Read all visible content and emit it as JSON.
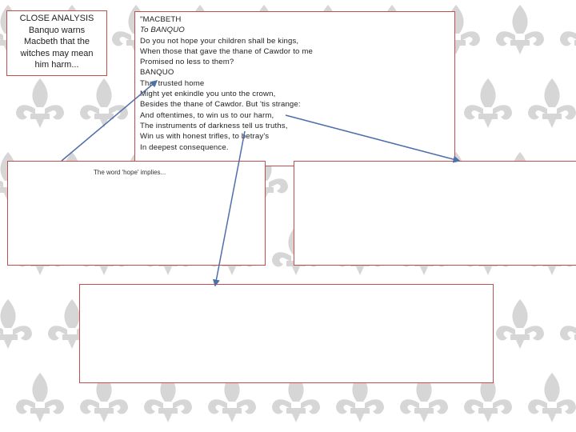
{
  "title_box": {
    "heading": "CLOSE ANALYSIS",
    "lines": [
      "Banquo warns",
      "Macbeth that the",
      "witches may mean",
      "him harm..."
    ]
  },
  "quote": {
    "lines": [
      "\"MACBETH",
      "To BANQUO",
      "Do you not hope your children shall be kings,",
      "When those that gave the thane of Cawdor to me",
      "Promised no less to them?",
      "BANQUO",
      "That trusted home",
      "Might yet enkindle you unto the crown,",
      "Besides the thane of Cawdor. But 'tis strange:",
      "And oftentimes, to win us to our harm,",
      "The instruments of darkness tell us truths,",
      "Win us with honest trifles, to betray's",
      "In deepest consequence."
    ]
  },
  "prompt": {
    "hope": "The word 'hope' implies..."
  },
  "colors": {
    "box_border": "#c0504d",
    "arrow": "#4f6fa8",
    "pattern": "#d6d6d6"
  }
}
